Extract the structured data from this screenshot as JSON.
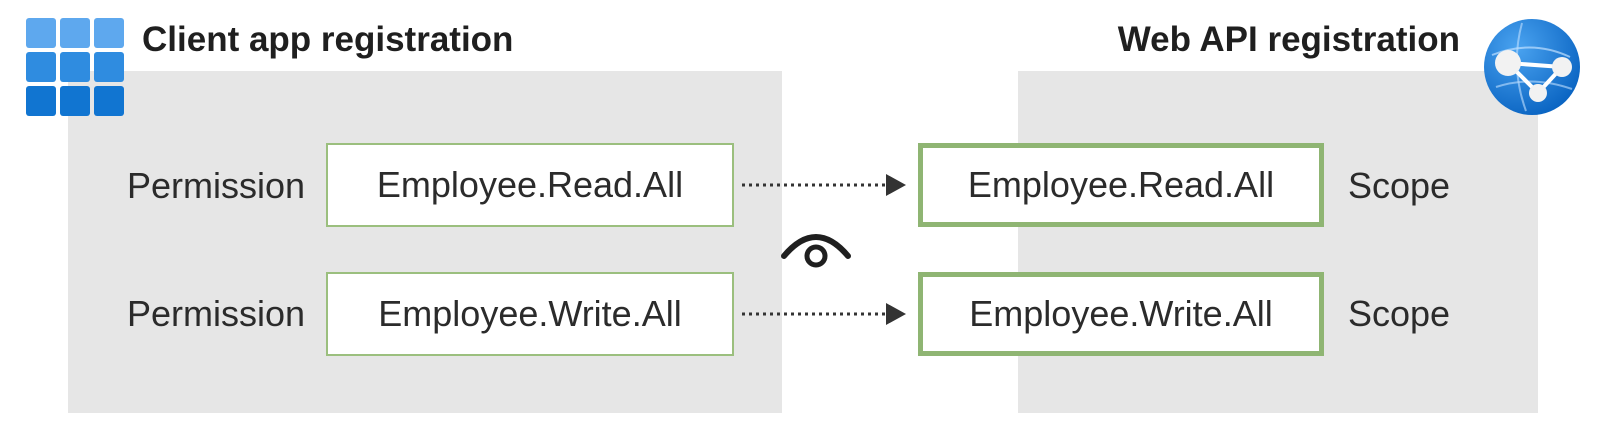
{
  "client": {
    "title": "Client app registration",
    "icon": "app-grid-icon",
    "rows": [
      {
        "label": "Permission",
        "value": "Employee.Read.All"
      },
      {
        "label": "Permission",
        "value": "Employee.Write.All"
      }
    ]
  },
  "api": {
    "title": "Web API registration",
    "icon": "web-api-globe-icon",
    "rows": [
      {
        "label": "Scope",
        "value": "Employee.Read.All"
      },
      {
        "label": "Scope",
        "value": "Employee.Write.All"
      }
    ]
  },
  "colors": {
    "panel": "#e6e6e6",
    "box_border": "#8fb573",
    "arrow": "#333333",
    "icon_blue": "#0078d4"
  }
}
